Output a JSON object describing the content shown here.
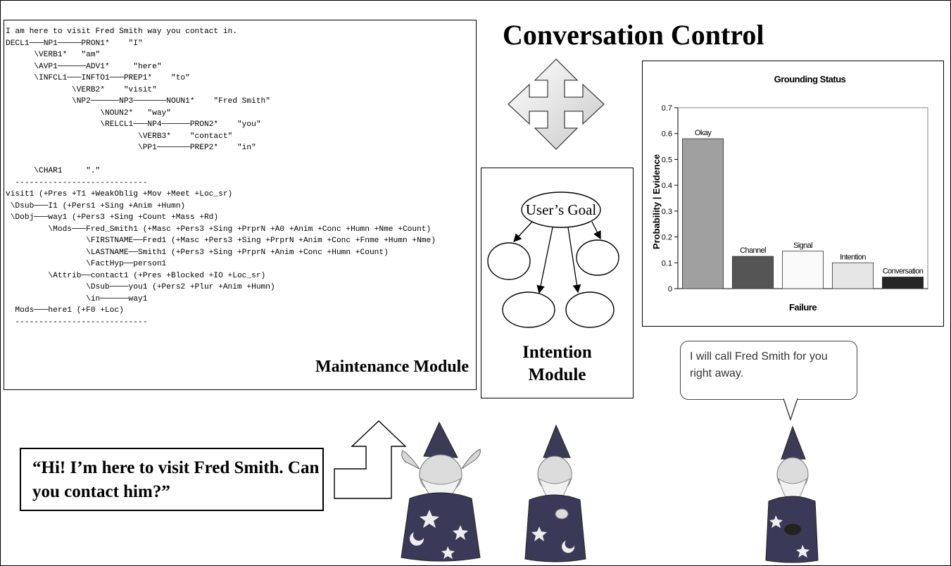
{
  "title": "Conversation Control",
  "maintenance": {
    "label": "Maintenance Module",
    "parse_lines": [
      "I am here to visit Fred Smith way you contact in.",
      "DECL1───NP1─────PRON1*    \"I\"",
      "      \\VERB1*   \"am\"",
      "      \\AVP1──────ADV1*     \"here\"",
      "      \\INFCL1───INFTO1───PREP1*    \"to\"",
      "              \\VERB2*    \"visit\"",
      "              \\NP2──────NP3───────NOUN1*    \"Fred Smith\"",
      "                    \\NOUN2*   \"way\"",
      "                    \\RELCL1───NP4──────PRON2*    \"you\"",
      "                            \\VERB3*    \"contact\"",
      "                            \\PP1───────PREP2*    \"in\"",
      "",
      "      \\CHAR1     \".\"",
      "  ----------------------------",
      "visit1 (+Pres +T1 +WeakOblig +Mov +Meet +Loc_sr)",
      " \\Dsub───I1 (+Pers1 +Sing +Anim +Humn)",
      " \\Dobj───way1 (+Pers3 +Sing +Count +Mass +Rd)",
      "         \\Mods───Fred_Smith1 (+Masc +Pers3 +Sing +PrprN +A0 +Anim +Conc +Humn +Nme +Count)",
      "                 \\FIRSTNAME──Fred1 (+Masc +Pers3 +Sing +PrprN +Anim +Conc +Fnme +Humn +Nme)",
      "                 \\LASTNAME──Smith1 (+Pers3 +Sing +PrprN +Anim +Conc +Humn +Count)",
      "                 \\FactHyp──person1",
      "         \\Attrib──contact1 (+Pres +Blocked +IO +Loc_sr)",
      "                 \\Dsub────you1 (+Pers2 +Plur +Anim +Humn)",
      "                 \\in──────way1",
      "  Mods───here1 (+F0 +Loc)",
      "  ----------------------------"
    ]
  },
  "intention": {
    "label_line1": "Intention",
    "label_line2": "Module",
    "goal_node": "User’s Goal"
  },
  "speech": "I will call Fred Smith for you right away.",
  "user_quote": "“Hi! I’m here to visit Fred Smith. Can you contact him?”",
  "chart_data": {
    "type": "bar",
    "title": "Grounding Status",
    "xlabel": "Failure",
    "ylabel": "Probability | Evidence",
    "categories": [
      "Okay",
      "Channel",
      "Signal",
      "Intention",
      "Conversation"
    ],
    "values": [
      0.58,
      0.125,
      0.145,
      0.1,
      0.045
    ],
    "colors": [
      "#a0a0a0",
      "#555555",
      "#fafafa",
      "#e6e6e6",
      "#252525"
    ],
    "ylim": [
      0,
      0.7
    ],
    "yticks": [
      "0",
      "0.1",
      "0.2",
      "0.3",
      "0.4",
      "0.5",
      "0.6",
      "0.7"
    ],
    "grid": false,
    "legend": "none"
  }
}
